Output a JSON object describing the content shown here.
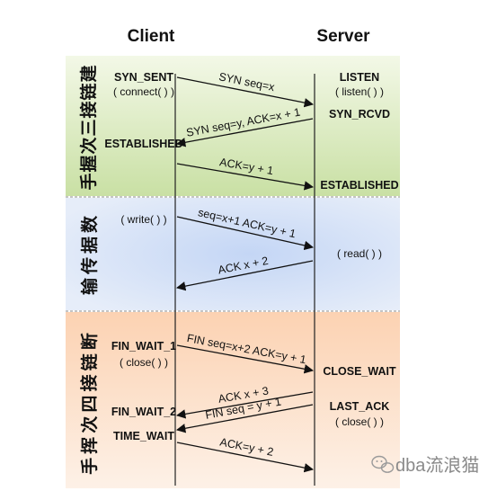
{
  "headers": {
    "client": "Client",
    "server": "Server"
  },
  "phases": [
    {
      "label": "建链接三次握手",
      "color_top": "#f3f8e7",
      "color_bottom": "#c9e0a4"
    },
    {
      "label": "数据传输",
      "color_top": "#d9e4f6",
      "color_bottom": "#d9e4f6"
    },
    {
      "label": "断链接四次挥手",
      "color_top": "#fcd8bc",
      "color_bottom": "#fdefe4"
    }
  ],
  "client_states": [
    {
      "text": "SYN_SENT",
      "bold": true
    },
    {
      "text": "( connect( ) )",
      "bold": false
    },
    {
      "text": "ESTABLISHED",
      "bold": true
    },
    {
      "text": "( write( ) )",
      "bold": false
    },
    {
      "text": "FIN_WAIT_1",
      "bold": true
    },
    {
      "text": "( close( ) )",
      "bold": false
    },
    {
      "text": "FIN_WAIT_2",
      "bold": true
    },
    {
      "text": "TIME_WAIT",
      "bold": true
    }
  ],
  "server_states": [
    {
      "text": "LISTEN",
      "bold": true
    },
    {
      "text": "( listen( ) )",
      "bold": false
    },
    {
      "text": "SYN_RCVD",
      "bold": true
    },
    {
      "text": "ESTABLISHED",
      "bold": true
    },
    {
      "text": "( read( ) )",
      "bold": false
    },
    {
      "text": "CLOSE_WAIT",
      "bold": true
    },
    {
      "text": "LAST_ACK",
      "bold": true
    },
    {
      "text": "( close( ) )",
      "bold": false
    }
  ],
  "messages": [
    {
      "text": "SYN seq=x",
      "direction": "to-server"
    },
    {
      "text": "SYN seq=y, ACK=x + 1",
      "direction": "to-client"
    },
    {
      "text": "ACK=y + 1",
      "direction": "to-server"
    },
    {
      "text": "seq=x+1 ACK=y + 1",
      "direction": "to-server"
    },
    {
      "text": "ACK x + 2",
      "direction": "to-client"
    },
    {
      "text": "FIN seq=x+2 ACK=y + 1",
      "direction": "to-server"
    },
    {
      "text": "ACK x + 3",
      "direction": "to-client"
    },
    {
      "text": "FIN seq = y + 1",
      "direction": "to-client"
    },
    {
      "text": "ACK=y + 2",
      "direction": "to-server"
    }
  ],
  "watermark": {
    "text": "dba流浪猫",
    "icon": "wechat-icon"
  }
}
